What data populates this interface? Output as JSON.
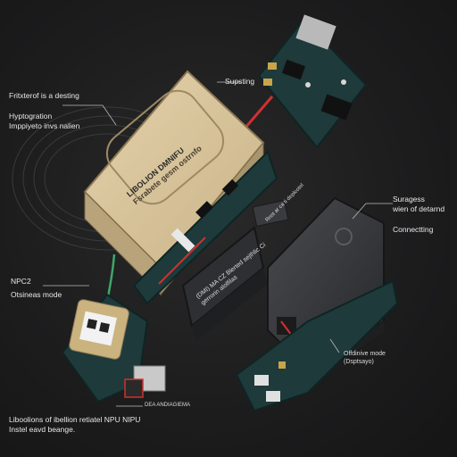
{
  "colors": {
    "background": "#1d1d1e",
    "enclosure_tan": "#d8c39a",
    "pcb_green": "#1e3a3a",
    "signal_red": "#d23030",
    "signal_green": "#3fa66a",
    "dark_module": "#333437"
  },
  "labels": {
    "top_left_line1": "Fritxterof is a desting",
    "top_left_line2": "Hyptogration",
    "top_left_line3": "Imppiyeto invs nalien",
    "top_mid": "Supsting",
    "right_line1": "Suragess",
    "right_line2": "wien of detarnd",
    "right_line3": "Connectting",
    "mid_left_line1": "NPC2",
    "mid_left_line2": "Otsineas mode",
    "bottom_right_line1": "Offdinive mode",
    "bottom_right_line2": "(Dsptsayo)",
    "bottom_left_line1": "Liboolions of ibellion retiatel NPU NIPU",
    "bottom_left_line2": "Instel eavd beange.",
    "box_title": "LIBOLION DMNIFU",
    "box_sub": "Fsrabete gesm ostrnfo",
    "dark_module_label": "(DMI) MA CZ Blerted sejthlic Ci",
    "dark_module_sub": "gerrorin alolfilas",
    "tag_text": "Rnst ar ca ti deplcotel",
    "small_caption": "DEA ANDIAGIEMA"
  }
}
